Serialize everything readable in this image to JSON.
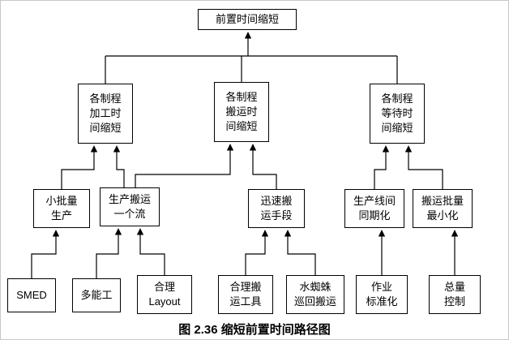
{
  "figure": {
    "caption": "图 2.36  缩短前置时间路径图"
  },
  "nodes": {
    "root": "前置时间缩短",
    "processing": "各制程\n加工时\n间缩短",
    "transport": "各制程\n搬运时\n间缩短",
    "waiting": "各制程\n等待时\n间缩短",
    "small_batch": "小批量\n生产",
    "one_piece_flow": "生产搬运\n一个流",
    "rapid_transport": "迅速搬\n运手段",
    "line_sync": "生产线间\n同期化",
    "batch_min": "搬运批量\n最小化",
    "smed": "SMED",
    "multi_skill": "多能工",
    "layout": "合理\nLayout",
    "transport_tools": "合理搬\n运工具",
    "water_spider": "水蜘蛛\n巡回搬运",
    "work_std": "作业\n标准化",
    "total_control": "总量\n控制"
  },
  "colors": {
    "line": "#000000",
    "box_border": "#000000",
    "background": "#ffffff"
  }
}
